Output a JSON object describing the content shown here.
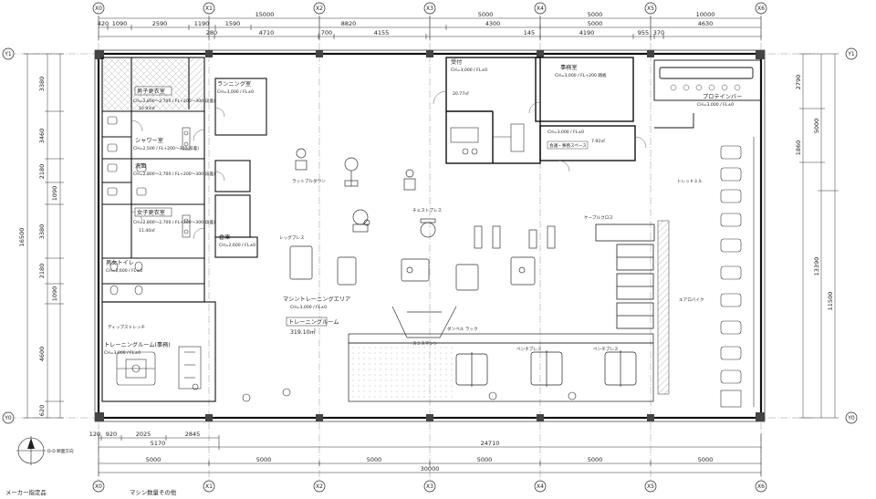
{
  "grid": {
    "columns": [
      "X0",
      "X1",
      "X2",
      "X3",
      "X4",
      "X5",
      "X6"
    ],
    "rows": [
      "Y1",
      "Y0"
    ]
  },
  "dims": {
    "top": {
      "seg1": [
        "420",
        "1090",
        "2590",
        "1190",
        "1590",
        "8820",
        "4300",
        "5000",
        "4630"
      ],
      "seg2": [
        "280",
        "4710",
        "700",
        "4155",
        "145",
        "4190",
        "955",
        "370"
      ],
      "overall": [
        "15000",
        "5000",
        "5000",
        "10000"
      ]
    },
    "bottom": {
      "seg1": [
        "120",
        "920",
        "2025",
        "2845"
      ],
      "seg2": [
        "5170",
        "24710"
      ],
      "spans": [
        "5000",
        "5000",
        "5000",
        "5000",
        "5000",
        "5000"
      ],
      "total": "30000"
    },
    "left": [
      "3380",
      "3460",
      "2180",
      "1090",
      "3380",
      "2180",
      "1090",
      "4600",
      "620"
    ],
    "left_total": "16500",
    "right": [
      "2790",
      "5000",
      "1860",
      "13390",
      "11500"
    ]
  },
  "rooms": [
    {
      "title": "男子更衣室",
      "sub": "CH=2,800～2,700 / FL+200～300(段差)"
    },
    {
      "title": "シャワー室",
      "sub": "CH=2,500 / FL+200～300(段差)"
    },
    {
      "title": "洗面",
      "sub": "CH=2,800～2,700 / FL+200～300(段差)"
    },
    {
      "title": "女子更衣室",
      "sub": "CH=2,800～2,700 / FL+200～300(段差)"
    },
    {
      "title": "ランニング室",
      "sub": "CH=3,000 / FL±0"
    },
    {
      "title": "倉庫",
      "sub": "CH=2,600 / FL±0"
    },
    {
      "title": "男女トイレ",
      "sub": "CH=2,600 / FL±0"
    },
    {
      "title": "トレーニングルーム(事務)",
      "sub": "CH=3,000 / FL±0"
    },
    {
      "title": "受付",
      "sub": "CH=3,000 / FL±0"
    },
    {
      "title": "事務室",
      "sub": "CH=3,000 / FL+200 踏板"
    },
    {
      "title": "会議・事務スペース",
      "sub": "CH=3,000 / FL±0"
    },
    {
      "title": "プロテインバー",
      "sub": "CH=3,000 / FL±0"
    },
    {
      "title": "マシントレーニングエリア",
      "sub": "CH=3,000 / FL±0"
    },
    {
      "title": "トレーニングルーム",
      "sub": ""
    }
  ],
  "areas": [
    "20.77㎡",
    "7.92㎡",
    "319.10㎡",
    "11.40㎡",
    "10.93㎡"
  ],
  "equipment": [
    "ディップストレッチ",
    "ダンベル ラック",
    "ベンチプレス",
    "スミスマシン",
    "レッグプレス",
    "ラットプルダウン",
    "チェストプレス",
    "トレッドミル",
    "エアロバイク",
    "ケーブルクロス"
  ],
  "legend": {
    "compass_label": "D-D 断面方向"
  },
  "footer": {
    "left": "メーカー指定品",
    "center": "マシン数量その他"
  }
}
